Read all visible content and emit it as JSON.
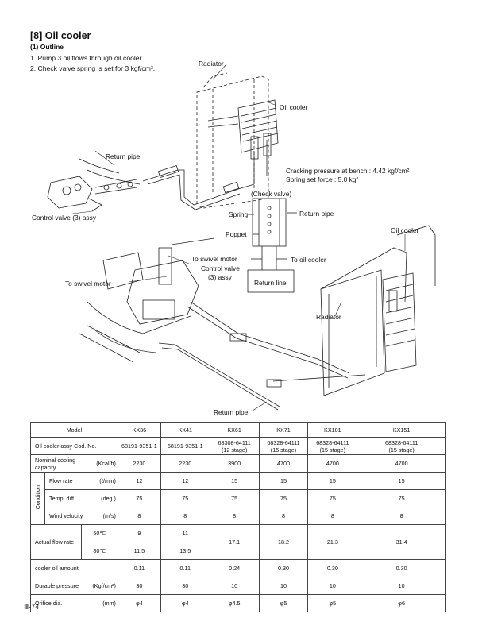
{
  "heading": "[8] Oil cooler",
  "subheading": "(1) Outline",
  "outline_items": [
    "1. Pump 3 oil flows through oil cooler.",
    "2. Check valve spring is set for 3 kgf/cm²."
  ],
  "diagram_labels": {
    "radiator_top": "Radiator",
    "oil_cooler_top": "Oil cooler",
    "return_pipe_top": "Return pipe",
    "control_valve_assy": "Control valve (3) assy",
    "cracking_pressure": "Cracking pressure at bench : 4.42 kgf/cm²",
    "spring_set_force": "Spring set force : 5.0 kgf",
    "check_valve": "(Check valve)",
    "spring": "Spring",
    "return_pipe_mid": "Return pipe",
    "poppet": "Poppet",
    "oil_cooler_right": "Oil cooler",
    "to_swivel_motor_1": "To swivel motor",
    "to_oil_cooler": "To oil cooler",
    "control_valve_3_assy_a": "Control valve",
    "control_valve_3_assy_b": "(3) assy",
    "return_line": "Return line",
    "to_swivel_motor_2": "To swivel motor",
    "radiator_bottom": "Radiator",
    "return_pipe_bottom": "Return pipe"
  },
  "table": {
    "model_label": "Model",
    "models": [
      "KX36",
      "KX41",
      "KX61",
      "KX71",
      "KX101",
      "KX151"
    ],
    "assy_label": "Oil cooler assy Cod. No.",
    "assy_codes": [
      [
        "68191-9351-1"
      ],
      [
        "68191-9351-1"
      ],
      [
        "68308-64111",
        "(12 stage)"
      ],
      [
        "68328-64111",
        "(15 stage)"
      ],
      [
        "68328-64111",
        "(15 stage)"
      ],
      [
        "68328-64111",
        "(15 stage)"
      ]
    ],
    "capacity_label": "Nominal cooling capacity",
    "capacity_unit": "(Kcal/h)",
    "capacity": [
      "2230",
      "2230",
      "3900",
      "4700",
      "4700",
      "4700"
    ],
    "condition_label": "Condition",
    "flow_label": "Flow rate",
    "flow_unit": "(ℓ/min)",
    "flow": [
      "12",
      "12",
      "15",
      "15",
      "15",
      "15"
    ],
    "temp_label": "Temp. diff.",
    "temp_unit": "(deg.)",
    "temp": [
      "75",
      "75",
      "75",
      "75",
      "75",
      "75"
    ],
    "wind_label": "Wind velocity",
    "wind_unit": "(m/s)",
    "wind": [
      "8",
      "8",
      "8",
      "8",
      "8",
      "8"
    ],
    "actual_label": "Actual flow rate",
    "t50": "50℃",
    "t80": "80℃",
    "actual_50": [
      "9",
      "11"
    ],
    "actual_80": [
      "11.5",
      "13.5"
    ],
    "actual_merged": [
      "17.1",
      "18.2",
      "21.3",
      "31.4"
    ],
    "oil_label": "cooler oil amount",
    "oil": [
      "0.11",
      "0.11",
      "0.24",
      "0.30",
      "0.30",
      "0.30"
    ],
    "pressure_label": "Durable pressure",
    "pressure_unit": "(Kgf/cm²)",
    "pressure": [
      "30",
      "30",
      "10",
      "10",
      "10",
      "10"
    ],
    "orifice_label": "Orifice dia.",
    "orifice_unit": "(mm)",
    "orifice": [
      "φ4",
      "φ4",
      "φ4.5",
      "φ5",
      "φ5",
      "φ6"
    ]
  },
  "page_number": "Ⅲ-74"
}
